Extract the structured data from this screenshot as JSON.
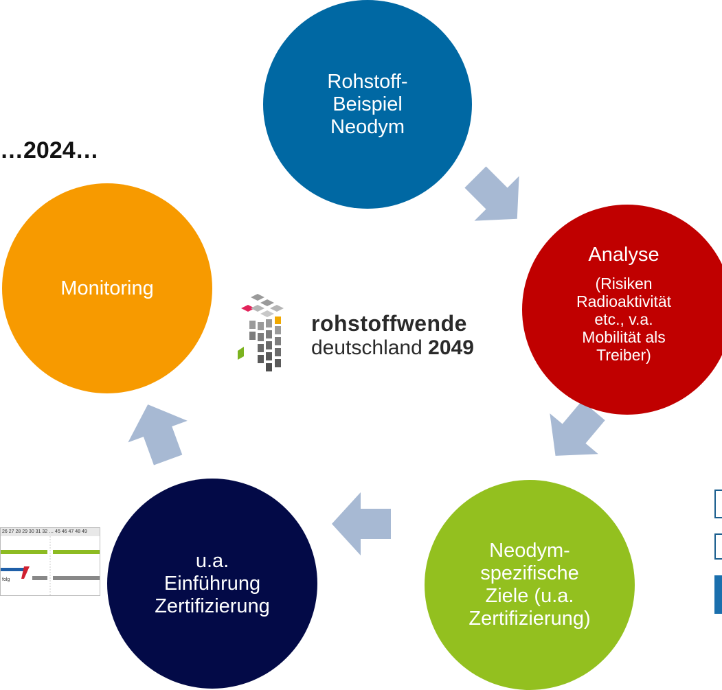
{
  "year_text": "…2024…",
  "colors": {
    "neodym": "#0068a3",
    "analyse": "#c00000",
    "ziele": "#93c01f",
    "einfuehrung": "#030a47",
    "monitoring": "#f79a00",
    "arrows": "#a7b9d3"
  },
  "circles": {
    "neodym": {
      "lines": [
        "Rohstoff-",
        "Beispiel",
        "Neodym"
      ]
    },
    "analyse": {
      "title": "Analyse",
      "sub_lines": [
        "(Risiken",
        "Radioaktivität",
        "etc., v.a.",
        "Mobilität als",
        "Treiber)"
      ]
    },
    "ziele": {
      "lines": [
        "Neodym-",
        "spezifische",
        "Ziele (u.a.",
        "Zertifizierung)"
      ]
    },
    "einfuehrung": {
      "lines": [
        "u.a.",
        "Einführung",
        "Zertifizierung"
      ]
    },
    "monitoring": {
      "lines": [
        "Monitoring"
      ]
    }
  },
  "logo": {
    "line1": "rohstoffwende",
    "line2_a": "deutschland",
    "line2_b": "2049"
  },
  "timeline": {
    "header": "26 27 28 29 30 31 32 … 45 46 47 48 49",
    "label": "folg"
  }
}
